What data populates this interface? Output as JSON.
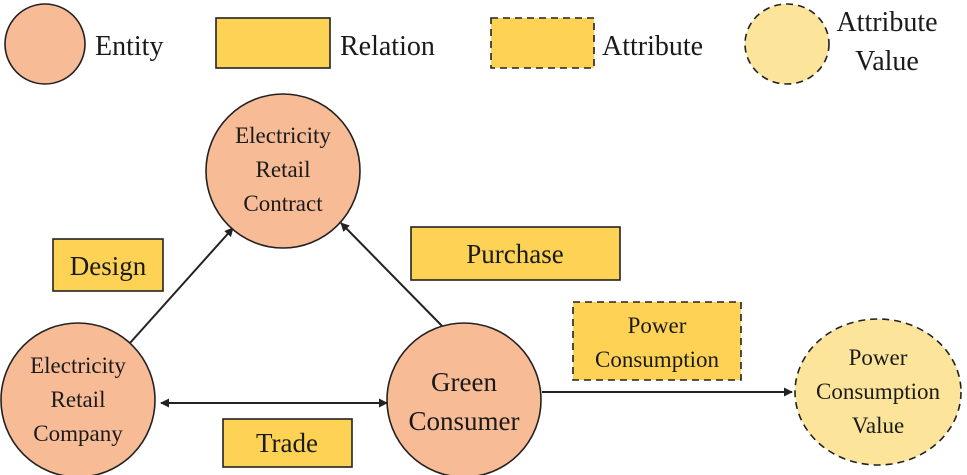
{
  "colors": {
    "entity": "#F7BB96",
    "relation": "#FDD255",
    "attribute": "#FDD255",
    "attribute_value": "#FCE59A",
    "stroke": "#222222"
  },
  "legend": {
    "entity": "Entity",
    "relation": "Relation",
    "attribute": "Attribute",
    "attribute_value_line1": "Attribute",
    "attribute_value_line2": "Value"
  },
  "nodes": {
    "contract": {
      "line1": "Electricity",
      "line2": "Retail",
      "line3": "Contract"
    },
    "company": {
      "line1": "Electricity",
      "line2": "Retail",
      "line3": "Company"
    },
    "consumer": {
      "line1": "Green",
      "line2": "Consumer"
    },
    "consumption_value": {
      "line1": "Power",
      "line2": "Consumption",
      "line3": "Value"
    }
  },
  "relations": {
    "design": "Design",
    "purchase": "Purchase",
    "trade": "Trade"
  },
  "attributes": {
    "power_consumption_line1": "Power",
    "power_consumption_line2": "Consumption"
  }
}
